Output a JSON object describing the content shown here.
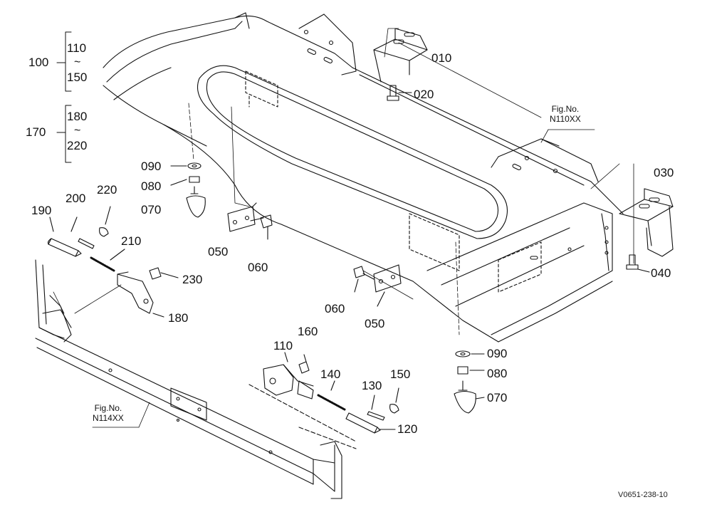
{
  "diagram": {
    "group_100": {
      "label": "100",
      "from": "110",
      "tilde": "~",
      "to": "150"
    },
    "group_170": {
      "label": "170",
      "from": "180",
      "tilde": "~",
      "to": "220"
    },
    "parts": {
      "p010": "010",
      "p020": "020",
      "p030": "030",
      "p040": "040",
      "p050a": "050",
      "p060a": "060",
      "p050b": "050",
      "p060b": "060",
      "p070a": "070",
      "p080a": "080",
      "p090a": "090",
      "p070b": "070",
      "p080b": "080",
      "p090b": "090",
      "p110": "110",
      "p120": "120",
      "p130": "130",
      "p140": "140",
      "p150": "150",
      "p160": "160",
      "p180": "180",
      "p190": "190",
      "p200": "200",
      "p210": "210",
      "p220": "220",
      "p230": "230"
    },
    "fig_refs": {
      "n110": {
        "line1": "Fig.No.",
        "line2": "N110XX"
      },
      "n114": {
        "line1": "Fig.No.",
        "line2": "N114XX"
      }
    },
    "drawing_code": "V0651-238-10",
    "colors": {
      "ink": "#111111",
      "paper": "#ffffff"
    }
  }
}
